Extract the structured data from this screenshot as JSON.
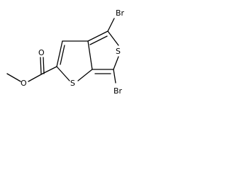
{
  "molecule": {
    "atoms": {
      "br_top": "Br",
      "br_bottom": "Br",
      "s_right": "S",
      "s_bottom": "S",
      "o_carbonyl": "O",
      "o_ester": "O"
    }
  },
  "colors": {
    "ink": "#000000",
    "background": "#ffffff"
  }
}
